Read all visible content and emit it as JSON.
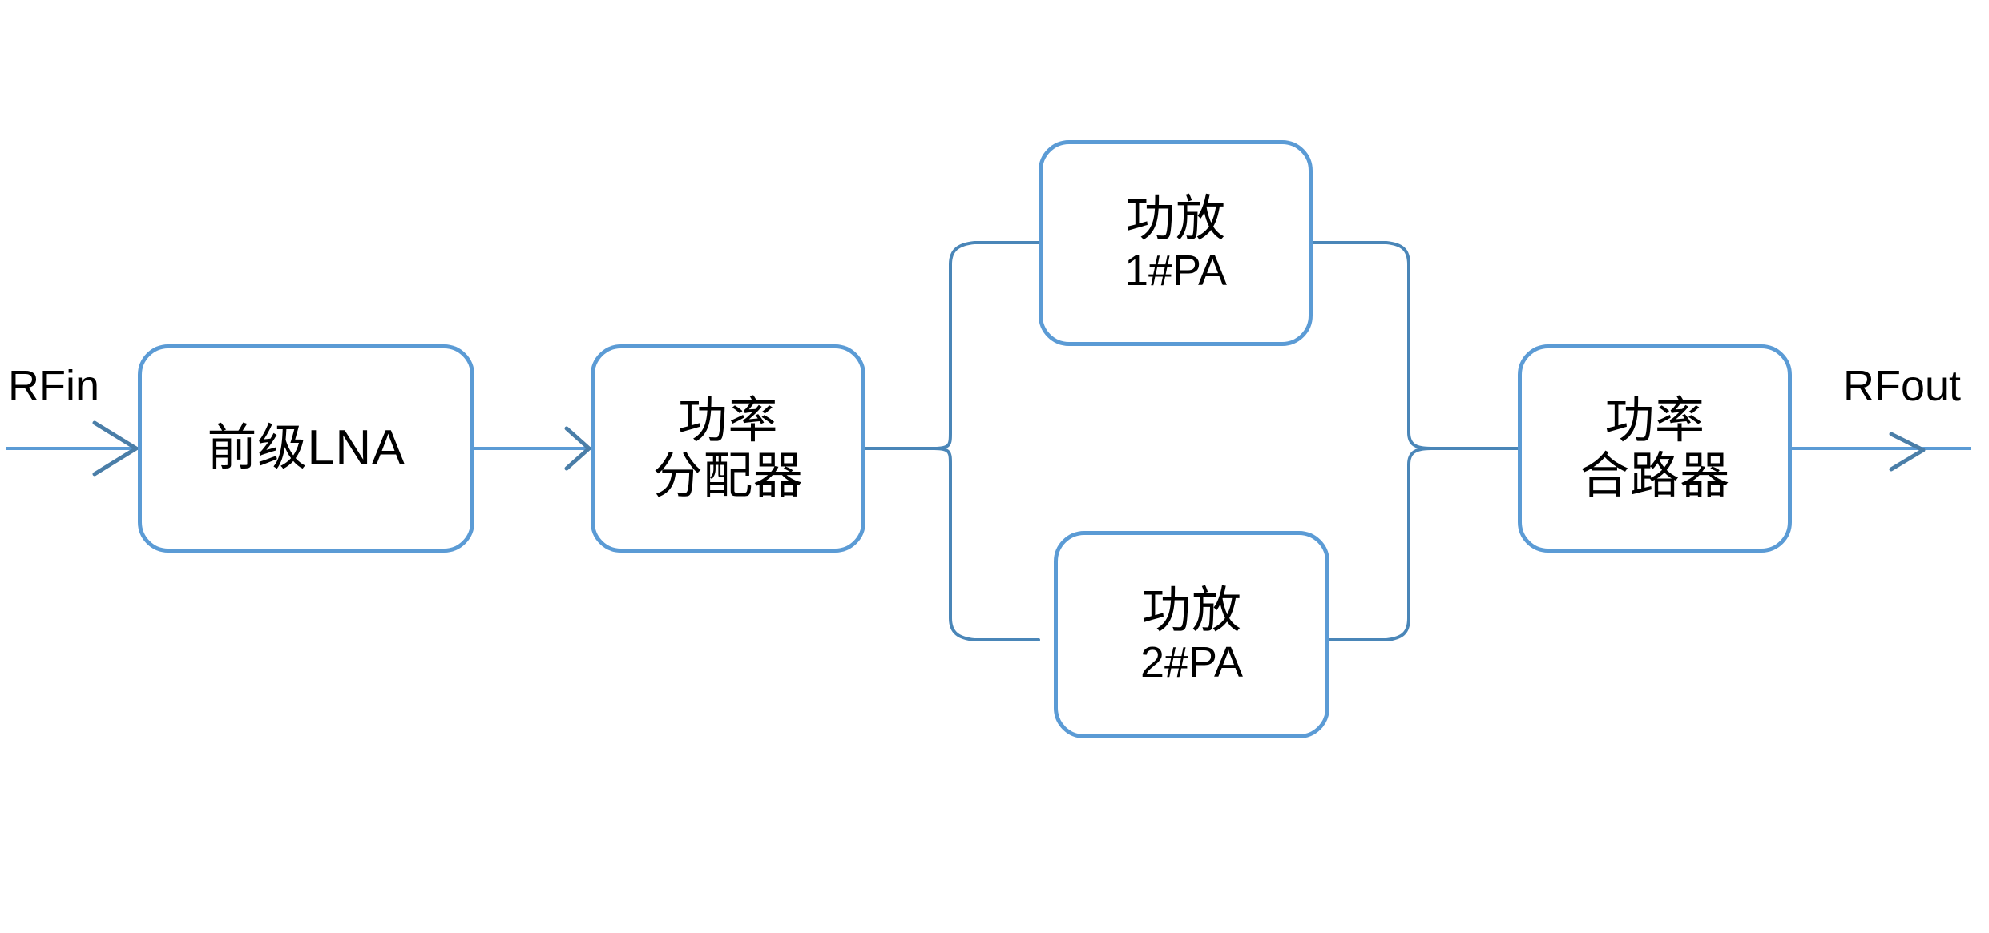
{
  "diagram": {
    "title": "RF power amplifier chain block diagram",
    "colors": {
      "box_stroke": "#5B9BD5",
      "connector_stroke": "#4A86B8",
      "text": "#000000",
      "background": "#FFFFFF"
    },
    "ports": {
      "input_label": "RFin",
      "output_label": "RFout"
    },
    "nodes": [
      {
        "id": "lna",
        "line1": "前级LNA",
        "line2": ""
      },
      {
        "id": "divider",
        "line1": "功率",
        "line2": "分配器"
      },
      {
        "id": "pa1",
        "line1": "功放",
        "line2": "1#PA"
      },
      {
        "id": "pa2",
        "line1": "功放",
        "line2": "2#PA"
      },
      {
        "id": "combiner",
        "line1": "功率",
        "line2": "合路器"
      }
    ],
    "connectors": [
      {
        "id": "rfin-to-lna",
        "from": "RFin",
        "to": "前级LNA",
        "style": "arrow"
      },
      {
        "id": "lna-to-divider",
        "from": "前级LNA",
        "to": "功率分配器",
        "style": "arrow"
      },
      {
        "id": "divider-to-pa1",
        "from": "功率分配器",
        "to": "功放1#PA",
        "style": "brace"
      },
      {
        "id": "divider-to-pa2",
        "from": "功率分配器",
        "to": "功放2#PA",
        "style": "brace"
      },
      {
        "id": "pa1-to-combiner",
        "from": "功放1#PA",
        "to": "功率合路器",
        "style": "brace"
      },
      {
        "id": "pa2-to-combiner",
        "from": "功放2#PA",
        "to": "功率合路器",
        "style": "brace"
      },
      {
        "id": "combiner-to-rfout",
        "from": "功率合路器",
        "to": "RFout",
        "style": "arrow"
      }
    ]
  }
}
